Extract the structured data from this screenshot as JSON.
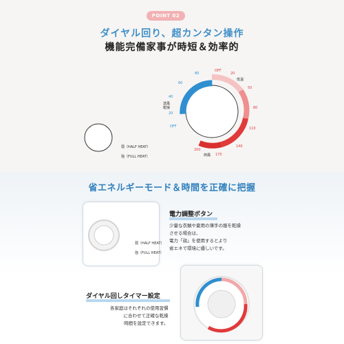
{
  "header": {
    "point": "POINT 02",
    "title1": "ダイヤル回り、超カンタン操作",
    "title2": "機能完備家事が時短＆効率的"
  },
  "dial": {
    "left_labels": [
      "80",
      "60",
      "40",
      "20",
      "OFF"
    ],
    "left_group": "送風\n乾燥",
    "right_labels": [
      "OFF",
      "20",
      "低温",
      "50",
      "80",
      "110",
      "140",
      "170",
      "200"
    ],
    "right_group": "熱風",
    "colors": {
      "blue": "#2f8fd0",
      "pink": "#f1a9a9",
      "red": "#e03a3a"
    }
  },
  "switch_legend": {
    "half": "弱（HALF HEAT）",
    "full": "強（FULL HEAT）"
  },
  "section2": {
    "title": "省エネルギーモード＆時間を正確に把握"
  },
  "power_card": {
    "title": "電力調整ボタン",
    "body": "少量な衣類や夏用の薄手の服を乾燥\nさせる場合は、\n電力「弱」を使用するとより\n省エネで環境に優しいです。",
    "half": "弱（HALF HEAT）",
    "full": "強（FULL HEAT）"
  },
  "timer_card": {
    "title": "ダイヤル回しタイマー設定",
    "body": "各家庭はそれぞれの使用習慣\nに合わせて正確な乾燥\n時間を設定できます。"
  }
}
